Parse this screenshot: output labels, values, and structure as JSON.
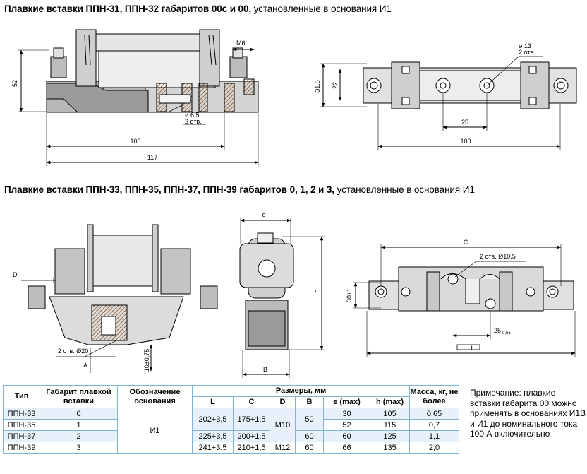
{
  "headings": {
    "top_bold": "Плавкие вставки ППН-31, ППН-32 габаритов 00с и 00,",
    "top_rest": " установленные в основания И1",
    "mid_bold": "Плавкие вставки ППН-33, ППН-35, ППН-37, ППН-39 габаритов 0, 1, 2 и 3,",
    "mid_rest": " установленные в основания И1"
  },
  "dims": {
    "d52": "52",
    "m6": "М6",
    "hole65": "ø 6,5",
    "holes2a": "2 отв.",
    "d100a": "100",
    "d117": "117",
    "hole13": "ø 13",
    "holes2b": "2 отв.",
    "d315": "31,5",
    "d22": "22",
    "d25": "25",
    "d100b": "100",
    "labelD": "D",
    "hole20": "2 отв. Ø20",
    "d10": "10±0,75",
    "arrowA": "A",
    "labelE": "e",
    "labelH": "h",
    "labelB": "B",
    "labelC": "C",
    "hole105": "2 отв. Ø10,5",
    "d30": "30±1",
    "d25t": "25",
    "d25tol": "-0,65",
    "labelL": "L"
  },
  "table": {
    "headers": {
      "type": "Тип",
      "size": "Габарит плавкой вставки",
      "base": "Обозначение основания",
      "dims": "Размеры, мм",
      "mass": "Масса, кг, не более"
    },
    "subheaders": [
      "L",
      "C",
      "D",
      "B",
      "e (max)",
      "h (max)"
    ],
    "rows": [
      {
        "type": "ППН-33",
        "size": "0",
        "e": "30",
        "h": "105",
        "mass": "0,65"
      },
      {
        "type": "ППН-35",
        "size": "1",
        "e": "52",
        "h": "115",
        "mass": "0,7"
      },
      {
        "type": "ППН-37",
        "size": "2",
        "e": "60",
        "h": "125",
        "mass": "1,1"
      },
      {
        "type": "ППН-39",
        "size": "3",
        "e": "66",
        "h": "135",
        "mass": "2,0"
      }
    ],
    "base_value": "И1",
    "L_a": "202+3,5",
    "C_a": "175+1,5",
    "L_b": "225+3,5",
    "C_b": "200+1,5",
    "L_c": "241+3,5",
    "C_c": "210+1,5",
    "D_a": "M10",
    "D_b": "M12",
    "B_a": "50",
    "B_b": "60",
    "B_c": "60"
  },
  "note": "Примечание: плавкие вставки габарита 00 можно применять в основаниях И1В и И1 до номинального тока 100 А включительно"
}
